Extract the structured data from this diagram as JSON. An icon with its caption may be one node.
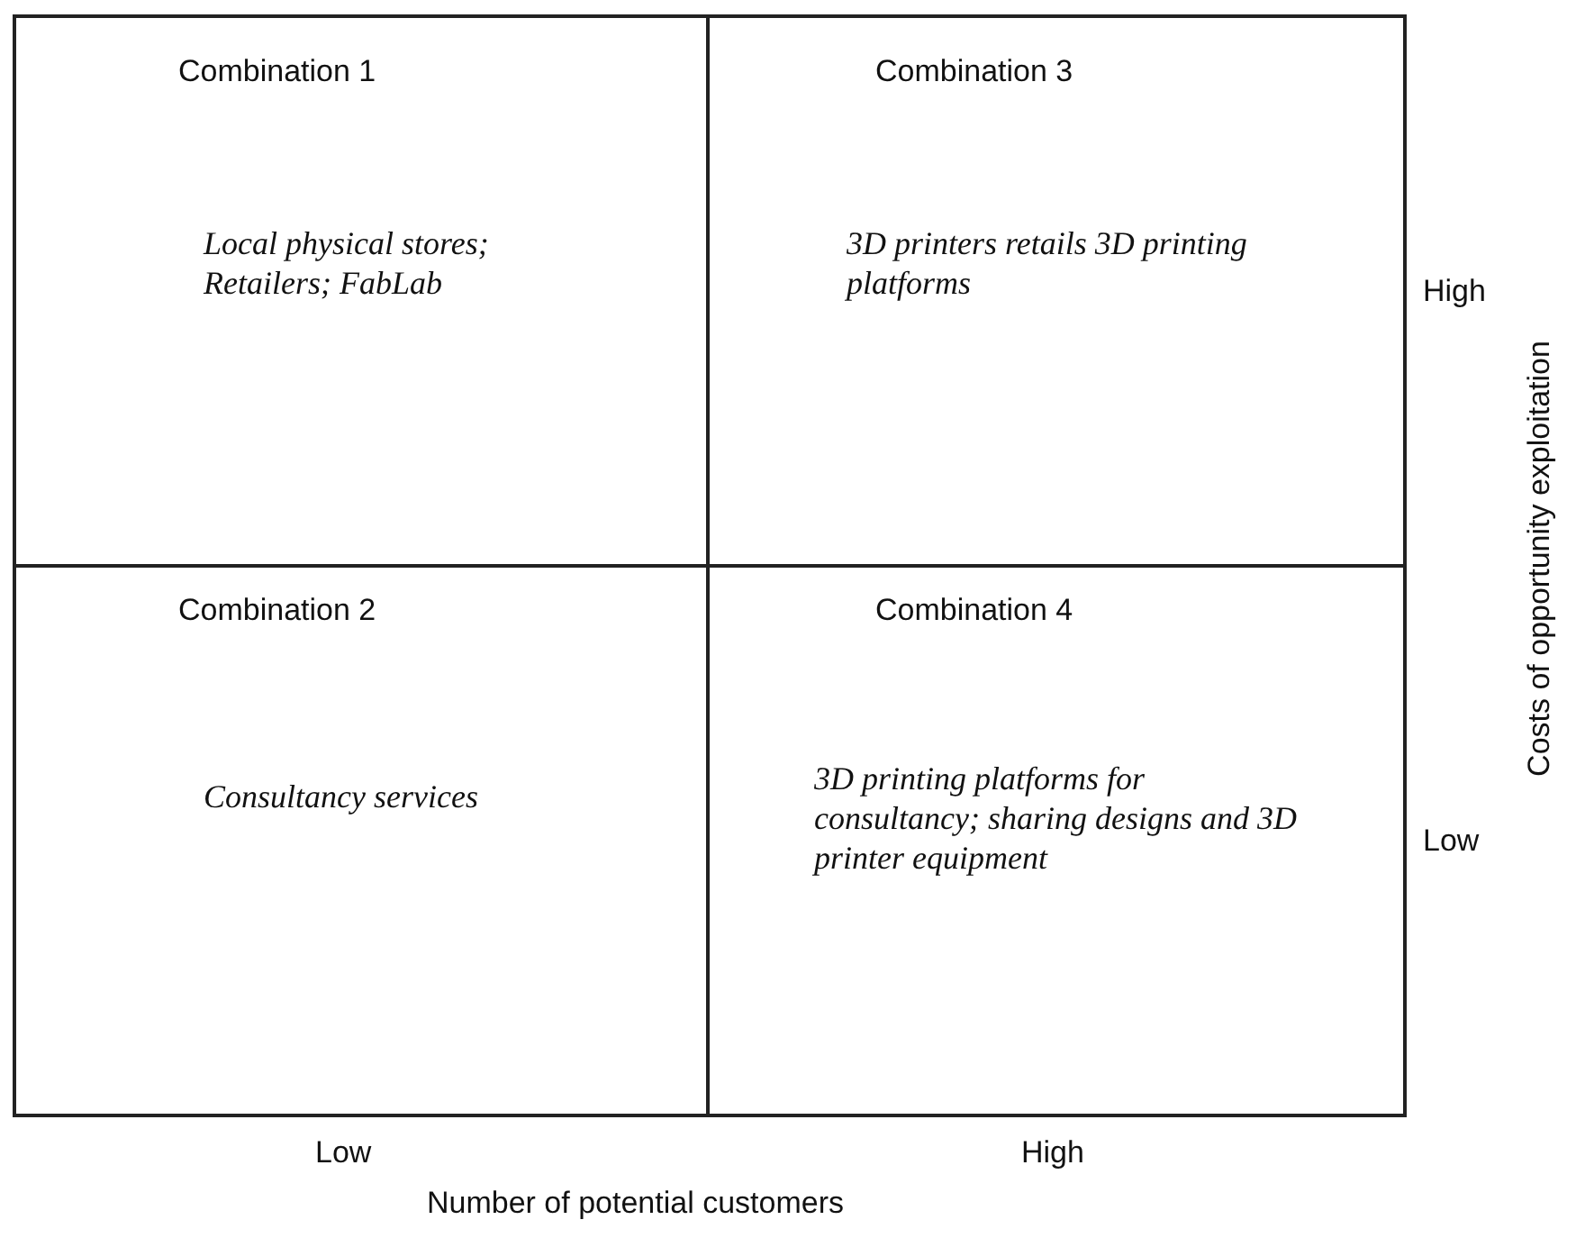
{
  "diagram": {
    "nodes": [
      {
        "text": [
          "Combination 1",
          "Local physical stores; Retailers; FabLab"
        ]
      },
      {
        "text": [
          "Combination 3",
          "3D printers retails 3D printing platforms"
        ]
      },
      {
        "text": [
          "Combination 2",
          "Consultancy services"
        ]
      },
      {
        "text": [
          "Combination 4",
          "3D printing platforms for consultancy; sharing designs and 3D printer equipment"
        ]
      }
    ],
    "edges": [],
    "labels": [
      "High",
      "Costs of opportunity exploitation",
      "Low",
      "Low",
      "High",
      "Number of potential customers"
    ]
  }
}
